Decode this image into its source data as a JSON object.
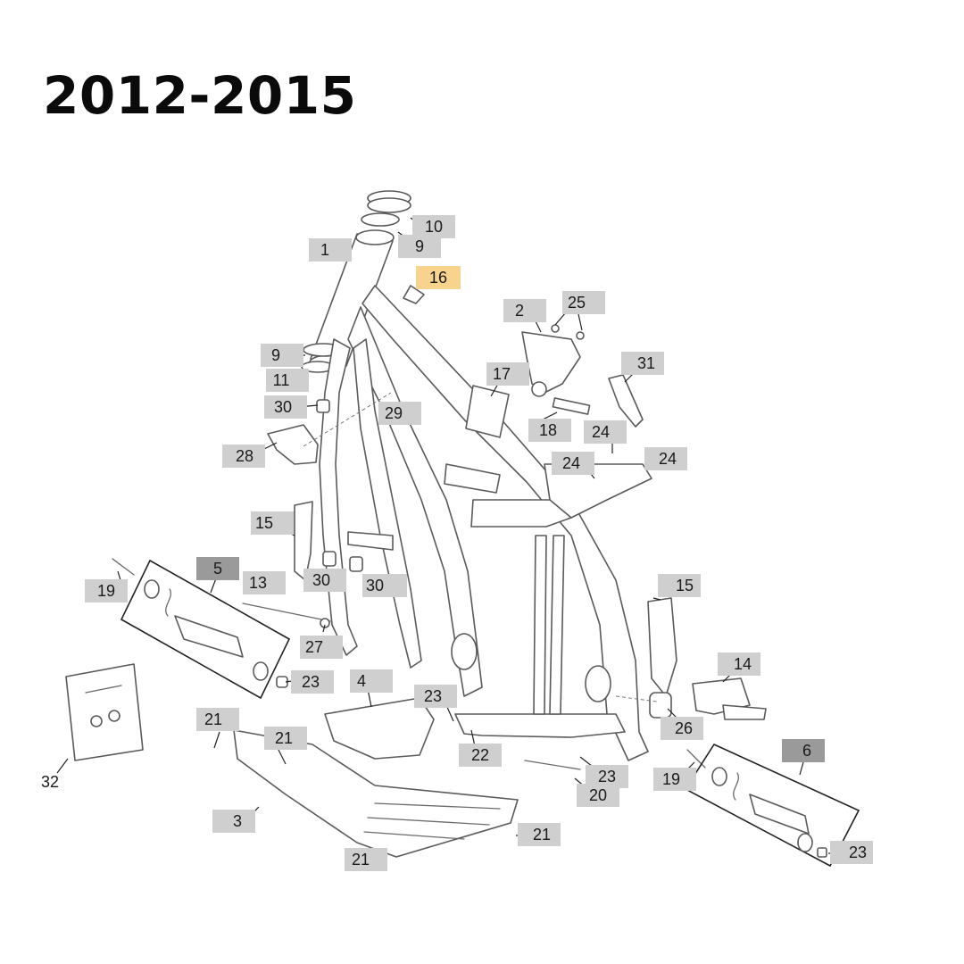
{
  "title": "2012-2015",
  "highlight_color": "#f7d38e",
  "callouts": [
    {
      "id": "callout-10",
      "text": "10"
    },
    {
      "id": "callout-9-top",
      "text": "9"
    },
    {
      "id": "callout-1",
      "text": "1"
    },
    {
      "id": "callout-16",
      "text": "16",
      "highlighted": true
    },
    {
      "id": "callout-2",
      "text": "2"
    },
    {
      "id": "callout-25",
      "text": "25"
    },
    {
      "id": "callout-9-low",
      "text": "9"
    },
    {
      "id": "callout-11",
      "text": "11"
    },
    {
      "id": "callout-17",
      "text": "17"
    },
    {
      "id": "callout-31",
      "text": "31"
    },
    {
      "id": "callout-30-top",
      "text": "30"
    },
    {
      "id": "callout-29",
      "text": "29"
    },
    {
      "id": "callout-18",
      "text": "18"
    },
    {
      "id": "callout-24-a",
      "text": "24"
    },
    {
      "id": "callout-28",
      "text": "28"
    },
    {
      "id": "callout-24-b",
      "text": "24"
    },
    {
      "id": "callout-24-c",
      "text": "24"
    },
    {
      "id": "callout-15-left",
      "text": "15"
    },
    {
      "id": "callout-5",
      "text": "5"
    },
    {
      "id": "callout-19-left",
      "text": "19"
    },
    {
      "id": "callout-13",
      "text": "13"
    },
    {
      "id": "callout-30-mid",
      "text": "30"
    },
    {
      "id": "callout-30-right",
      "text": "30"
    },
    {
      "id": "callout-15-right",
      "text": "15"
    },
    {
      "id": "callout-27",
      "text": "27"
    },
    {
      "id": "callout-14",
      "text": "14"
    },
    {
      "id": "callout-23-a",
      "text": "23"
    },
    {
      "id": "callout-4",
      "text": "4"
    },
    {
      "id": "callout-23-b",
      "text": "23"
    },
    {
      "id": "callout-21-a",
      "text": "21"
    },
    {
      "id": "callout-21-b",
      "text": "21"
    },
    {
      "id": "callout-26",
      "text": "26"
    },
    {
      "id": "callout-22",
      "text": "22"
    },
    {
      "id": "callout-6",
      "text": "6"
    },
    {
      "id": "callout-23-c",
      "text": "23"
    },
    {
      "id": "callout-32",
      "text": "32"
    },
    {
      "id": "callout-19-right",
      "text": "19"
    },
    {
      "id": "callout-20",
      "text": "20"
    },
    {
      "id": "callout-3",
      "text": "3"
    },
    {
      "id": "callout-21-c",
      "text": "21"
    },
    {
      "id": "callout-21-d",
      "text": "21"
    },
    {
      "id": "callout-23-d",
      "text": "23"
    }
  ]
}
